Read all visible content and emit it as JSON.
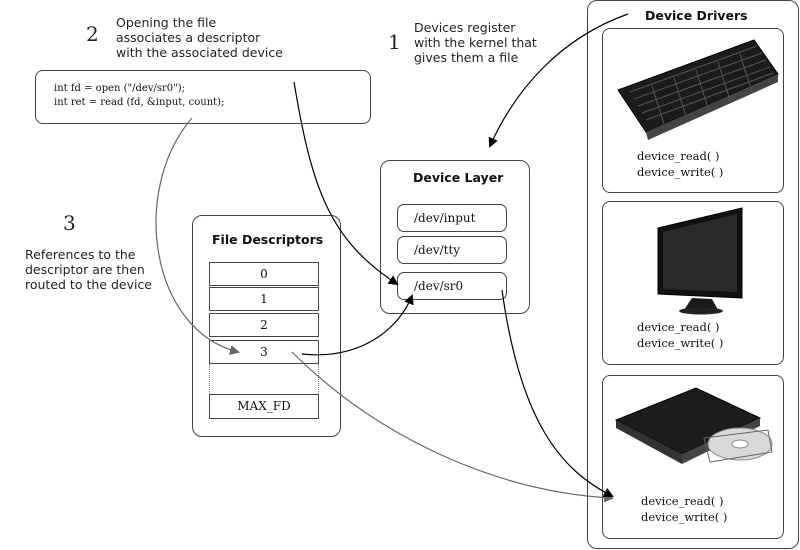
{
  "steps": [
    {
      "number": "2",
      "text": [
        "Opening the file",
        "associates a descriptor",
        "with the associated device"
      ]
    },
    {
      "number": "1",
      "text": [
        "Devices register",
        "with the kernel that",
        "gives them a file"
      ]
    },
    {
      "number": "3",
      "text": [
        "References to the",
        "descriptor are then",
        "routed to the device"
      ]
    }
  ],
  "code": {
    "line1": "int fd = open (\"/dev/sr0\");",
    "line2": "int ret = read (fd, &input, count);"
  },
  "file_descriptors": {
    "title": "File Descriptors",
    "entries": [
      "0",
      "1",
      "2",
      "3"
    ],
    "ellipsis": "...",
    "max_label": "MAX_FD"
  },
  "device_layer": {
    "title": "Device Layer",
    "files": [
      "/dev/input",
      "/dev/tty",
      "/dev/sr0"
    ]
  },
  "device_drivers": {
    "title": "Device Drivers",
    "devices": [
      {
        "icon": "keyboard-icon",
        "read": "device_read( )",
        "write": "device_write( )"
      },
      {
        "icon": "monitor-icon",
        "read": "device_read( )",
        "write": "device_write( )"
      },
      {
        "icon": "optical-drive-icon",
        "read": "device_read( )",
        "write": "device_write( )"
      }
    ]
  }
}
